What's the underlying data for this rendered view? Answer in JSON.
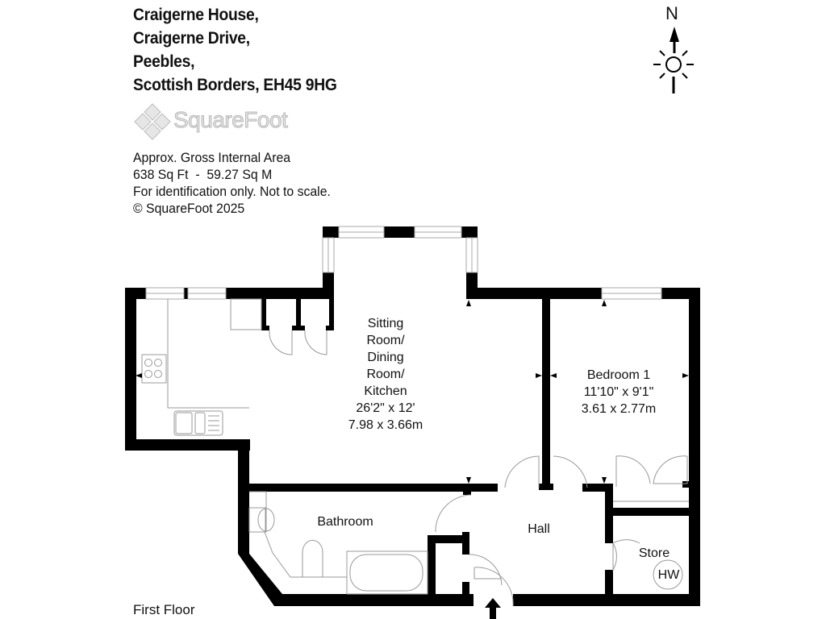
{
  "address": {
    "lines": [
      "Craigerne House,",
      "Craigerne Drive,",
      "Peebles,",
      "Scottish Borders, EH45 9HG"
    ]
  },
  "logo": {
    "name": "SquareFoot",
    "icon": "squarefoot-logo-icon"
  },
  "info": {
    "lines": [
      "Approx. Gross Internal Area",
      "638 Sq Ft  -  59.27 Sq M",
      "For identification only. Not to scale.",
      "© SquareFoot 2025"
    ]
  },
  "compass": {
    "label": "N",
    "icon": "north-arrow-sun-icon"
  },
  "rooms": {
    "sitting": {
      "lines": [
        "Sitting",
        "Room/",
        "Dining",
        "Room/",
        "Kitchen",
        "26'2\" x 12'",
        "7.98 x 3.66m"
      ]
    },
    "bedroom": {
      "lines": [
        "Bedroom 1",
        "11'10\" x 9'1\"",
        "3.61 x 2.77m"
      ]
    },
    "bathroom": {
      "name": "Bathroom"
    },
    "hall": {
      "name": "Hall"
    },
    "store": {
      "name": "Store"
    },
    "hw": {
      "name": "HW"
    }
  },
  "floor": {
    "label": "First Floor"
  },
  "colors": {
    "wall": "#000000",
    "fixture": "#999999",
    "logo": "#c8c8c8",
    "background": "#ffffff"
  }
}
